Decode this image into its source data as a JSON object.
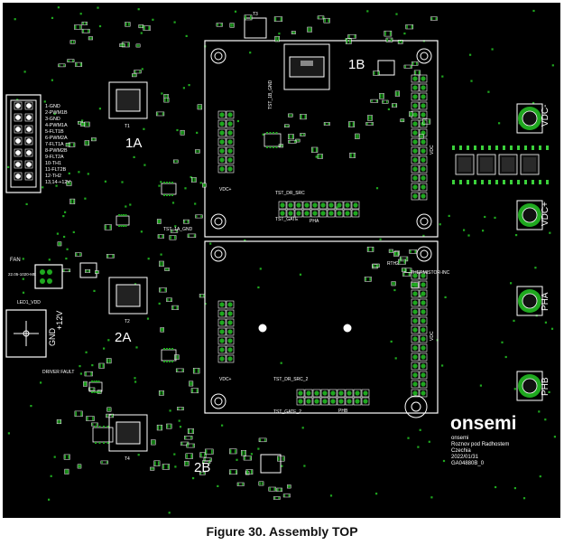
{
  "figure_caption": "Figure 30. Assembly TOP",
  "section_labels": {
    "s1a": "1A",
    "s1b": "1B",
    "s2a": "2A",
    "s2b": "2B"
  },
  "connector_labels": {
    "vdc_minus": "VDC-",
    "vdc_plus": "VDC+",
    "pha": "PHA",
    "phb": "PHB",
    "fan": "FAN",
    "gnd": "GND",
    "v12": "+12V",
    "pha_small": "PHA",
    "phb_small": "PHB",
    "vdc_small_a": "VDC",
    "vdc_small_b": "VDC",
    "vdcp_a": "VDC+",
    "vdcp_b": "VDC+"
  },
  "header_pinout": [
    "1-GND",
    "2-PWM1B",
    "3-GND",
    "4-PWM1A",
    "5-FLT1B",
    "6-PWM2A",
    "7-FLT1A",
    "8-PWM2B",
    "9-FLT2A",
    "10-TH1",
    "11-FLT2B",
    "12-TH2",
    "13,14-+12V"
  ],
  "refdes": {
    "t1": "T1",
    "t2": "T2",
    "t3": "T3",
    "t4": "T4",
    "tst1a_gnd": "TST_1A_GND",
    "tst_dr_src_1": "TST_DR_SRC",
    "tst_gate": "TST_GATE",
    "tst_dr_src_2": "TST_DR_SRC_2",
    "tst_gate_2": "TST_GATE_2",
    "tst_1b_gnd": "TST_1B_GND",
    "thermistor": "THERMISTOR-INC",
    "led1_vdd": "LED1_VDD",
    "driver_fault": "DRIVER FAULT",
    "fan_res": "22.05-1020-ME",
    "rth2": "RTH2"
  },
  "logo": {
    "brand": "onsemi",
    "lines": [
      "onsemi",
      "Roznov pod Radhostem",
      "Czechia",
      "2022/01/31",
      "GA04880B_0"
    ]
  },
  "colors": {
    "board": "#000000",
    "silk": "#ffffff",
    "pad": "#1fa81f",
    "pad_light": "#3bd13b"
  }
}
